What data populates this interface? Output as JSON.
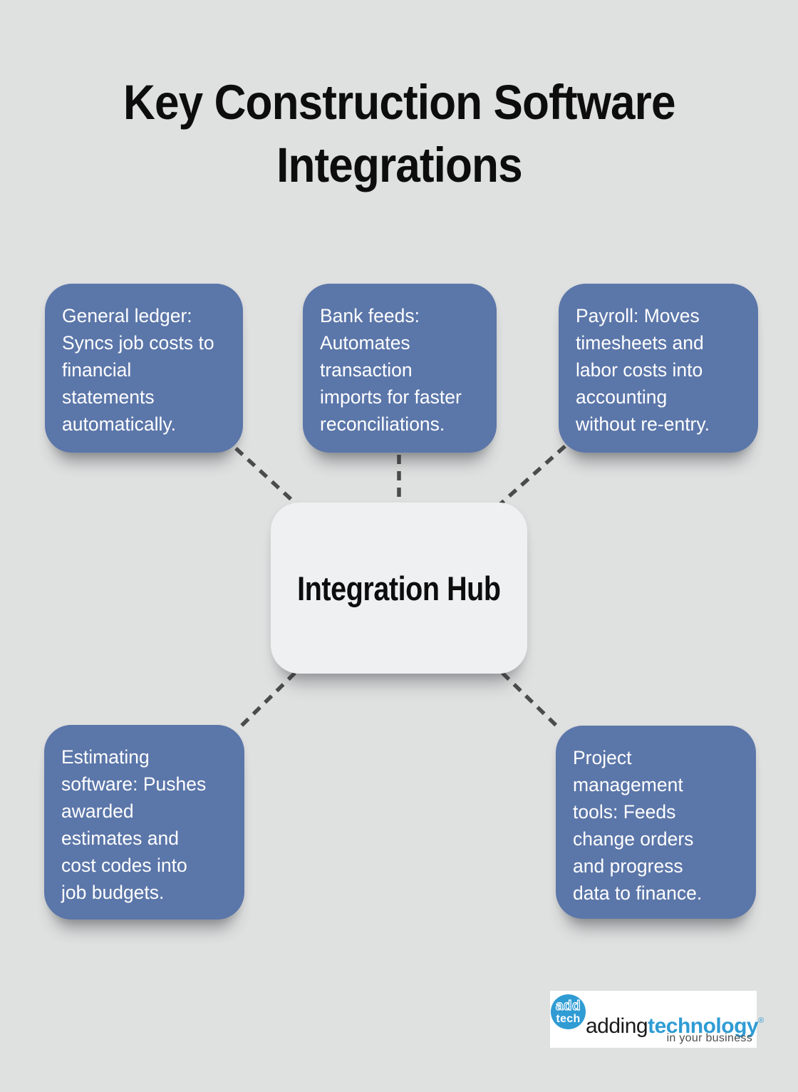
{
  "title": {
    "line1": "Key Construction Software",
    "line2": "Integrations"
  },
  "hub": {
    "label": "Integration Hub"
  },
  "nodes": [
    {
      "id": "general-ledger",
      "text": "General ledger:\nSyncs job costs to\nfinancial\nstatements\nautomatically."
    },
    {
      "id": "bank-feeds",
      "text": "Bank feeds:\nAutomates\ntransaction\nimports for faster\nreconciliations."
    },
    {
      "id": "payroll",
      "text": "Payroll: Moves\ntimesheets and\nlabor costs into\naccounting\nwithout re-entry."
    },
    {
      "id": "estimating",
      "text": "Estimating\nsoftware: Pushes\nawarded\nestimates and\ncost codes into\njob budgets."
    },
    {
      "id": "project-management",
      "text": "Project\nmanagement\ntools: Feeds\nchange orders\nand progress\ndata to finance."
    }
  ],
  "logo": {
    "circle_line1": "add",
    "circle_line2": "tech",
    "word1": "adding",
    "word2": "technology",
    "registered": "®",
    "tagline": "in your business"
  },
  "colors": {
    "background": "#dfe0e0",
    "node_fill": "#5b76a9",
    "node_text": "#ffffff",
    "hub_fill": "#eff0f2",
    "hub_text": "#0d0d0d",
    "connector": "#4b4b4b",
    "logo_blue": "#2f9cd4",
    "logo_black": "#1a1a1a",
    "logo_gray": "#4d4d4d"
  }
}
